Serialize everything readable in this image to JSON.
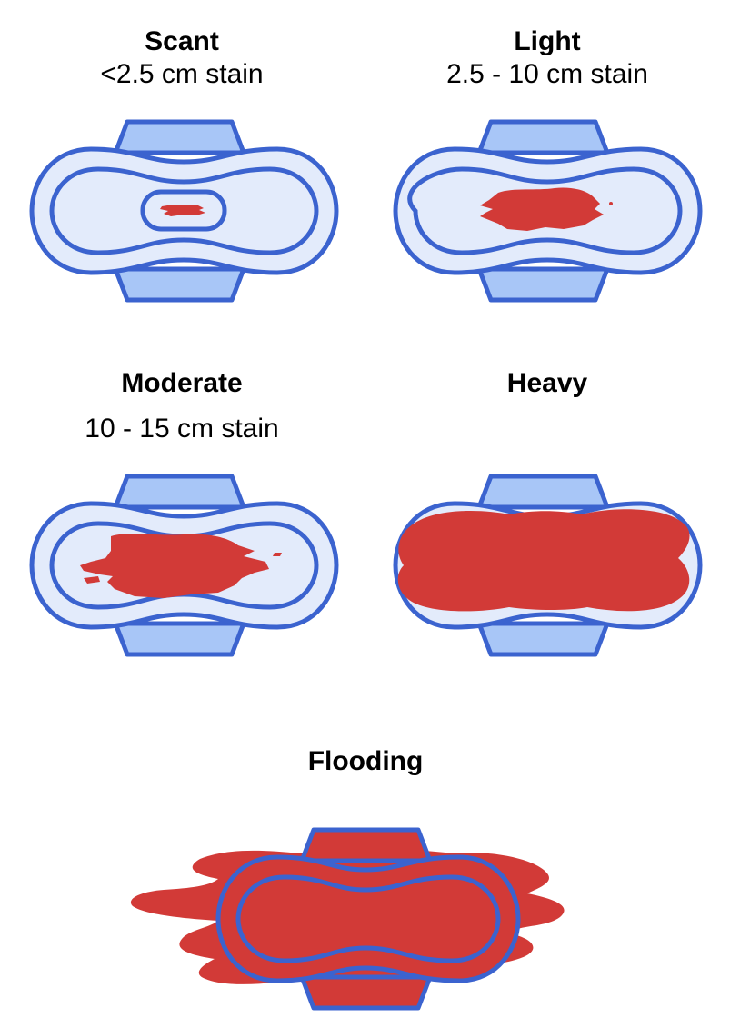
{
  "colors": {
    "outline": "#3b63cf",
    "pad_fill": "#e3ebfb",
    "wing_fill": "#a8c6f7",
    "blood": "#d23a37"
  },
  "panels": [
    {
      "title": "Scant",
      "subtitle": "<2.5 cm stain",
      "level": "scant"
    },
    {
      "title": "Light",
      "subtitle": "2.5 - 10 cm stain",
      "level": "light"
    },
    {
      "title": "Moderate",
      "subtitle": "10 - 15 cm stain",
      "level": "moderate"
    },
    {
      "title": "Heavy",
      "subtitle": "",
      "level": "heavy"
    },
    {
      "title": "Flooding",
      "subtitle": "",
      "level": "flooding"
    }
  ]
}
